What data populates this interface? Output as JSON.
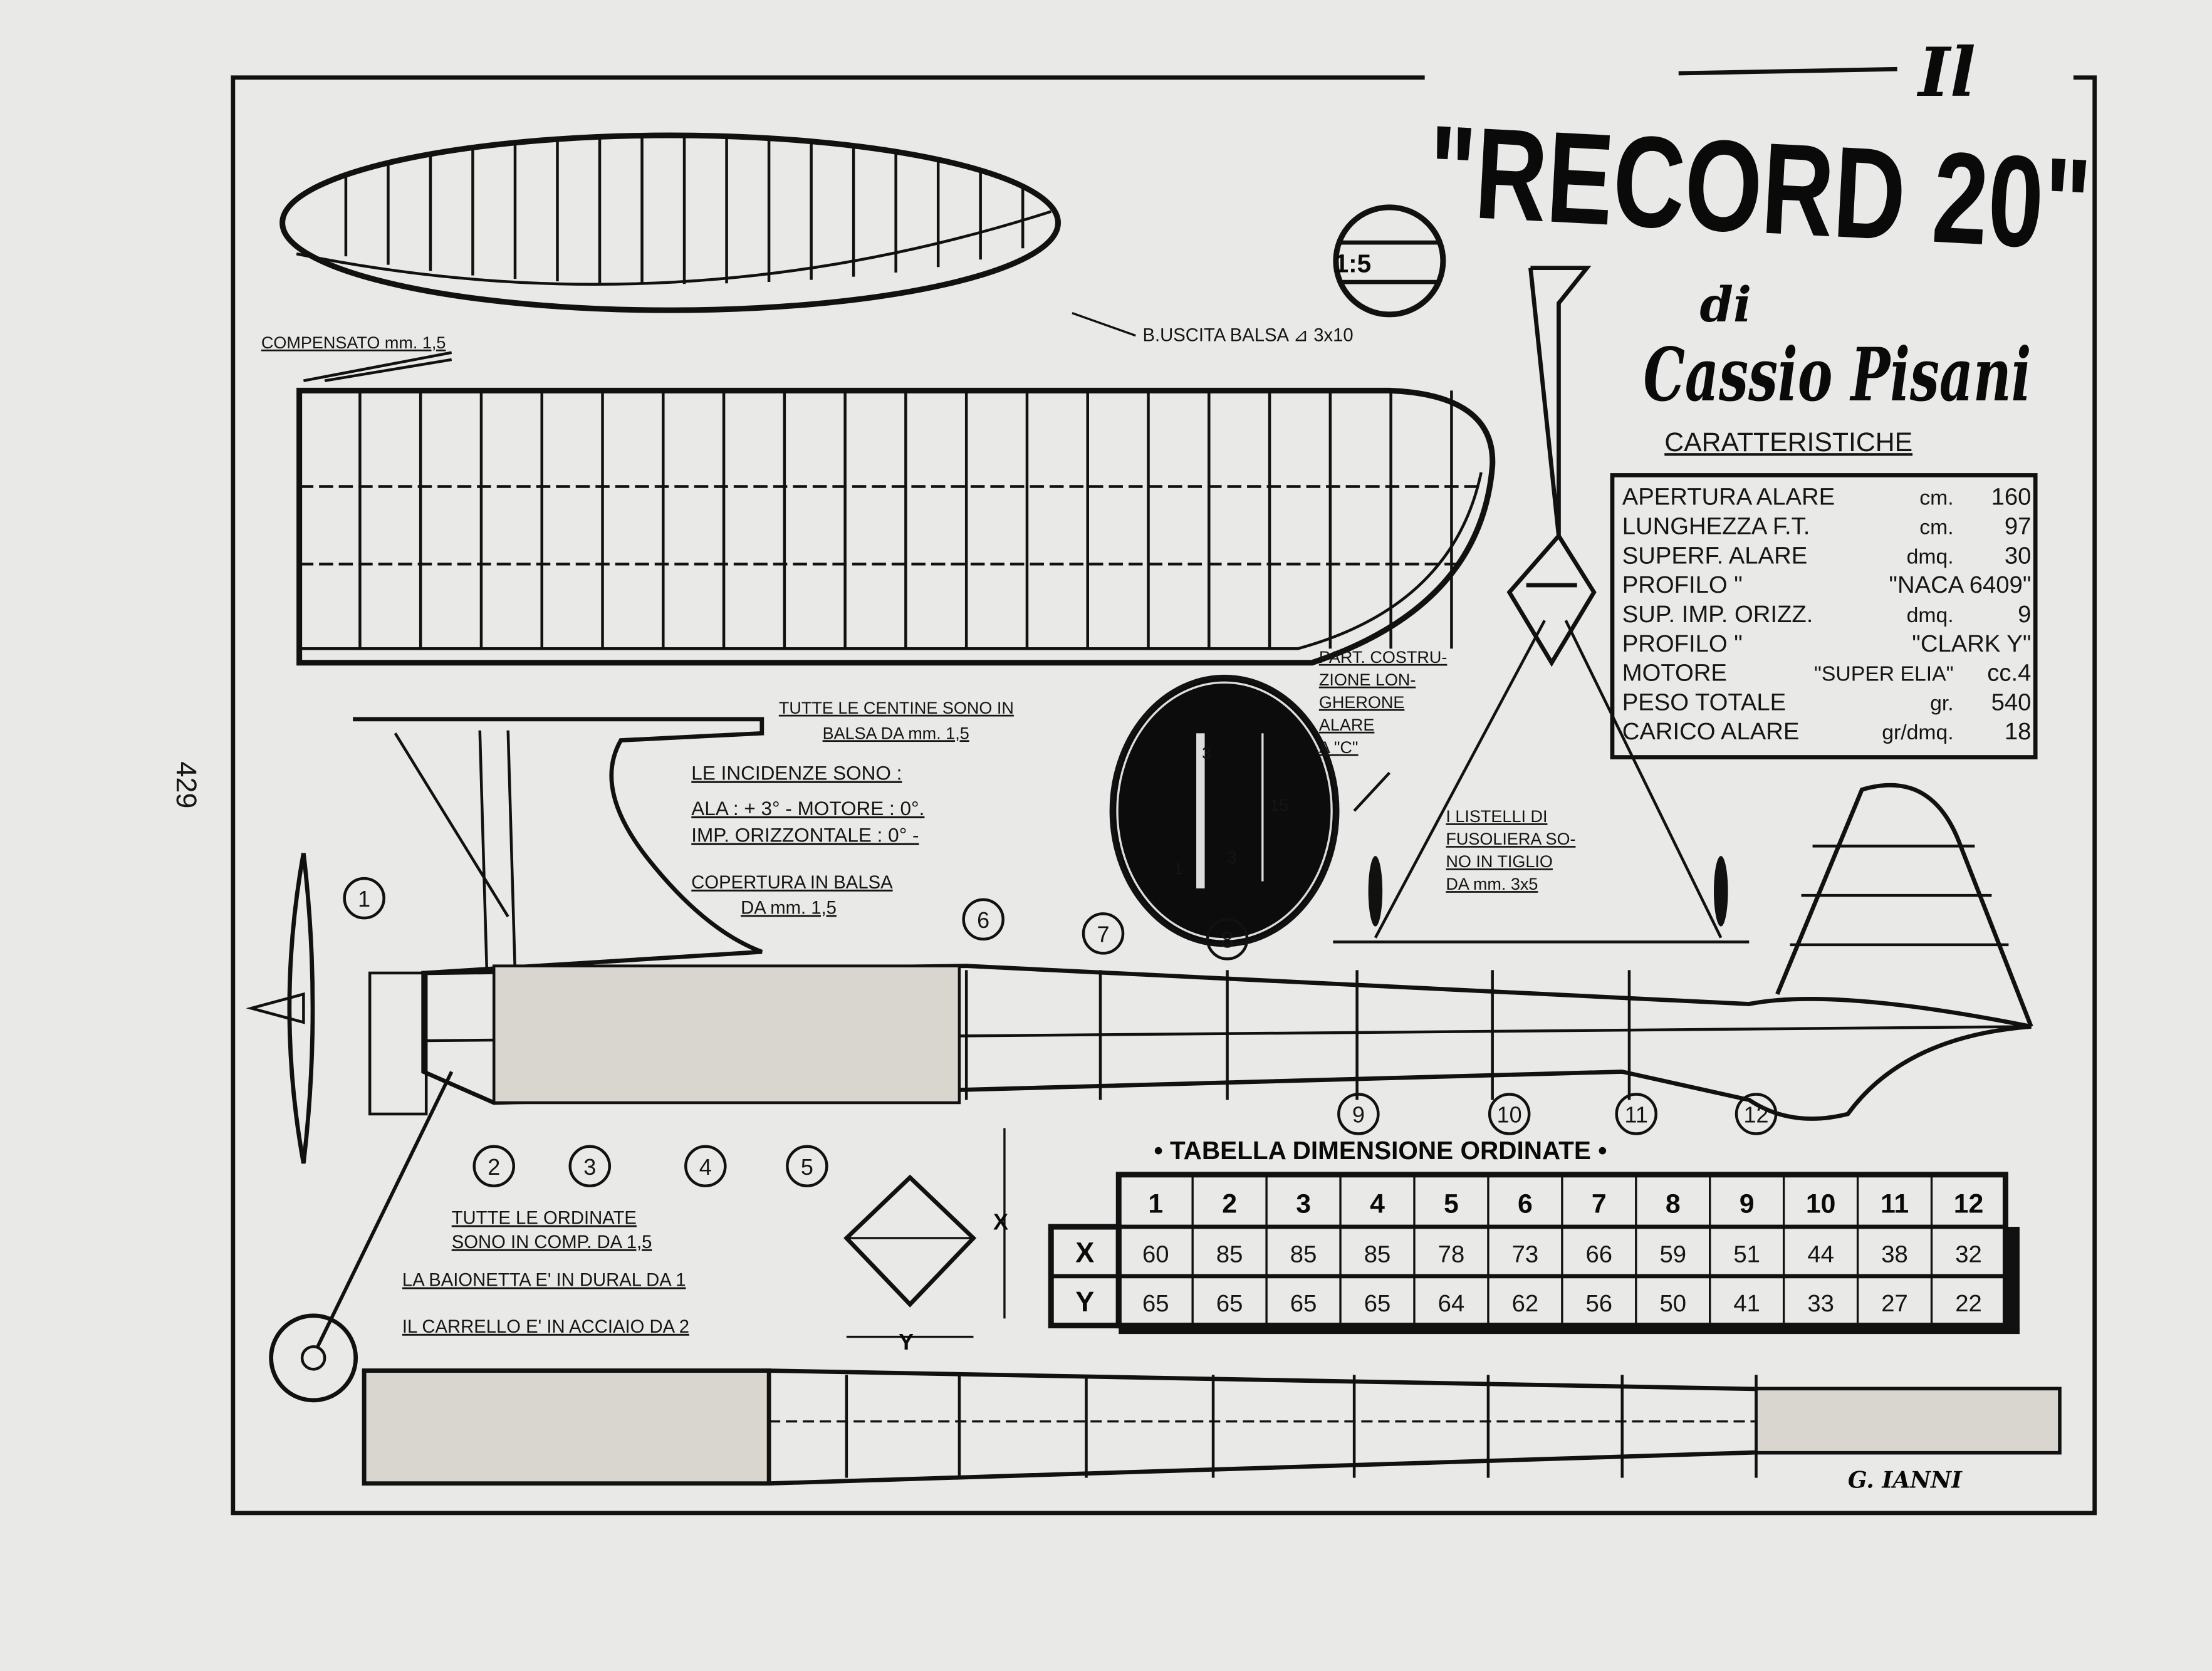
{
  "page_number": "429",
  "title": {
    "prefix": "Il",
    "name": "\"RECORD 20\"",
    "by": "di",
    "author": "Cassio Pisani"
  },
  "scale": "1:5",
  "labels": {
    "compensato": "COMPENSATO mm. 1,5",
    "uscita": "B.USCITA BALSA ⊿ 3x10",
    "centine": [
      "TUTTE LE CENTINE SONO IN",
      "BALSA DA mm. 1,5"
    ],
    "incidenze_title": "LE INCIDENZE SONO :",
    "incidenze": [
      "ALA : + 3° - MOTORE : 0°.",
      "IMP. ORIZZONTALE : 0° -"
    ],
    "copertura": [
      "COPERTURA IN BALSA",
      "DA mm. 1,5"
    ],
    "longherone": [
      "PART. COSTRU-",
      "ZIONE LON-",
      "GHERONE",
      "ALARE",
      "A \"C\""
    ],
    "listelli": [
      "I LISTELLI DI",
      "FUSOLIERA SO-",
      "NO IN TIGLIO",
      "DA mm. 3x5"
    ],
    "ordinate_note": [
      "TUTTE LE ORDINATE",
      "SONO IN COMP. DA 1,5"
    ],
    "baionetta": "LA BAIONETTA E' IN DURAL DA 1",
    "carrello": "IL CARRELLO E' IN ACCIAIO DA 2",
    "signature": "G. IANNI"
  },
  "detail_dims": {
    "width_top": "3",
    "height": "15",
    "flange": "3",
    "web": "1"
  },
  "diamond": {
    "x": "X",
    "y": "Y"
  },
  "caratteristiche": {
    "heading": "CARATTERISTICHE",
    "rows": [
      {
        "label": "APERTURA ALARE",
        "unit": "cm.",
        "value": "160"
      },
      {
        "label": "LUNGHEZZA F.T.",
        "unit": "cm.",
        "value": "97"
      },
      {
        "label": "SUPERF. ALARE",
        "unit": "dmq.",
        "value": "30"
      },
      {
        "label": "PROFILO \"",
        "unit": "",
        "value": "\"NACA 6409\""
      },
      {
        "label": "SUP. IMP. ORIZZ.",
        "unit": "dmq.",
        "value": "9"
      },
      {
        "label": "PROFILO \"",
        "unit": "",
        "value": "\"CLARK Y\""
      },
      {
        "label": "MOTORE",
        "unit": "\"SUPER ELIA\"",
        "value": "cc.4"
      },
      {
        "label": "PESO TOTALE",
        "unit": "gr.",
        "value": "540"
      },
      {
        "label": "CARICO ALARE",
        "unit": "gr/dmq.",
        "value": "18"
      }
    ]
  },
  "ordinate_markers": [
    "1",
    "2",
    "3",
    "4",
    "5",
    "6",
    "7",
    "8",
    "9",
    "10",
    "11",
    "12"
  ],
  "tabella": {
    "title": "• TABELLA DIMENSIONE ORDINATE •",
    "columns": [
      "1",
      "2",
      "3",
      "4",
      "5",
      "6",
      "7",
      "8",
      "9",
      "10",
      "11",
      "12"
    ],
    "rows": [
      {
        "label": "X",
        "values": [
          "60",
          "85",
          "85",
          "85",
          "78",
          "73",
          "66",
          "59",
          "51",
          "44",
          "38",
          "32"
        ]
      },
      {
        "label": "Y",
        "values": [
          "65",
          "65",
          "65",
          "65",
          "64",
          "62",
          "56",
          "50",
          "41",
          "33",
          "27",
          "22"
        ]
      }
    ]
  }
}
